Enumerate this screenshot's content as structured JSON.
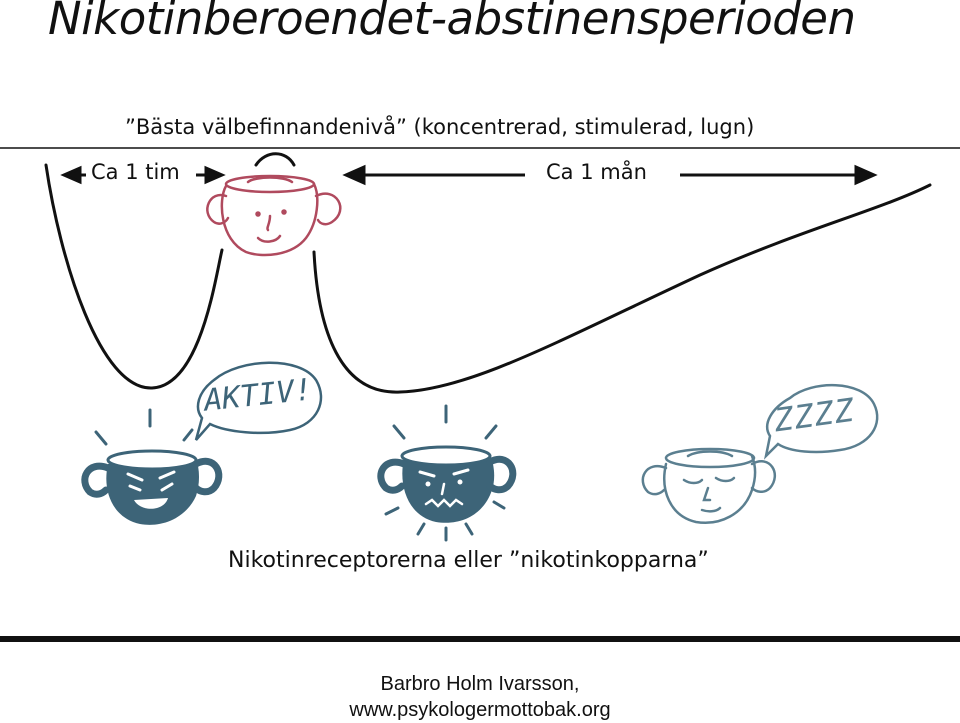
{
  "title": "Nikotinberoendet-abstinensperioden",
  "subtitle": "”Bästa välbefinnandenivå” (koncentrerad, stimulerad, lugn)",
  "duration_short": "Ca 1 tim",
  "duration_long": "Ca 1 mån",
  "bubble_active": "AKTIV!",
  "bubble_sleep": "ZZZZ",
  "caption": "Nikotinreceptorerna eller ”nikotinkopparna”",
  "footer": {
    "author": "Barbro Holm Ivarsson,",
    "website": "www.psykologermottobak.org"
  },
  "colors": {
    "cup_dark": "#3d6478",
    "cup_light_outline": "#5b7f90",
    "cup_red": "#b04a5e",
    "line": "#111111"
  }
}
